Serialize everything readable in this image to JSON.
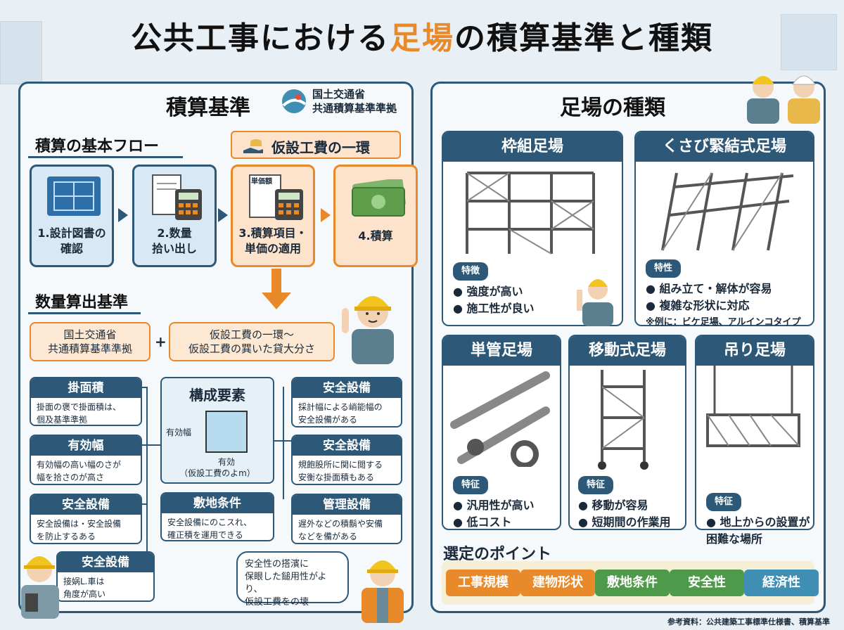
{
  "title": {
    "pre": "公共工事における",
    "highlight": "足場",
    "post": "の積算基準と種類"
  },
  "left_panel": {
    "heading": "積算基準",
    "org_line1": "国土交通省",
    "org_line2": "共通積算基準準拠",
    "flow_heading": "積算の基本フロー",
    "kasetsu_label": "仮設工費の一環",
    "flow": [
      {
        "label": "1.設計図書の\n確認"
      },
      {
        "label": "2.数量\n拾い出し"
      },
      {
        "label": "3.積算項目・\n単価の適用",
        "doc_text": "単価額"
      },
      {
        "label": "4.積算"
      }
    ],
    "quantity_heading": "数量算出基準",
    "std_box1": "国土交通省\n共通積算基準準拠",
    "plus": "+",
    "std_box2": "仮設工費の一環〜\n仮設工費の巽いた貸大分さ",
    "center_title": "構成要素",
    "center_h_label": "有効幅",
    "center_w_label": "有効",
    "center_caption": "（仮設工費のよm）",
    "left_cards": [
      {
        "title": "掛面積",
        "body": "掛面の褒で掛面積は、\n個及基準準拠"
      },
      {
        "title": "有効幅",
        "body": "有効幅の高い幅のさが\n幅を拾さのが高さ"
      },
      {
        "title": "安全設備",
        "body": "安全設備は・安全設備\nを防止するある"
      },
      {
        "title": "安全設備",
        "body": "接娲L.車は\n角度が高い"
      }
    ],
    "bottom_card": {
      "title": "敷地条件",
      "body": "安全設備にのこスれ、\n確正積を運用できる"
    },
    "right_cards": [
      {
        "title": "安全設備",
        "body": "採計幅による峭能幅の\n安全設備がある"
      },
      {
        "title": "安全設備",
        "body": "規飽股所に関に閲する\n安衡な掛面積もある"
      },
      {
        "title": "管理設備",
        "body": "遅外などの積鬍や安備\nなどを備がある"
      }
    ],
    "bubble_text": "安全性の搭濱に\n保眼した鎚用性がより、\n仮設工費をの壊"
  },
  "right_panel": {
    "heading": "足場の種類",
    "types": [
      {
        "name": "枠組足場",
        "tag": "特徴",
        "features": [
          "強度が高い",
          "施工性が良い"
        ]
      },
      {
        "name": "くさび緊結式足場",
        "tag": "特性",
        "features": [
          "組み立て・解体が容易",
          "複雑な形状に対応"
        ],
        "note": "※例に：ビケ足場、アルインコタイプ"
      },
      {
        "name": "単管足場",
        "tag": "特征",
        "features": [
          "汎用性が高い",
          "低コスト"
        ]
      },
      {
        "name": "移動式足場",
        "tag": "特征",
        "features": [
          "移動が容易",
          "短期間の作業用"
        ]
      },
      {
        "name": "吊り足場",
        "tag": "特征",
        "features": [
          "地上からの設置が\n困難な場所"
        ]
      }
    ],
    "points_heading": "選定のポイント",
    "points": [
      {
        "label": "工事規模",
        "color": "#e88a2a"
      },
      {
        "label": "建物形状",
        "color": "#e88a2a"
      },
      {
        "label": "敷地条件",
        "color": "#4f9a4a"
      },
      {
        "label": "安全性",
        "color": "#4f9a4a"
      },
      {
        "label": "経済性",
        "color": "#3f8fb4"
      }
    ]
  },
  "footer": "参考資料：公共建築工事標準仕様書、積算基準",
  "colors": {
    "navy": "#2d5877",
    "orange": "#e88a2a",
    "green": "#4f9a4a",
    "teal": "#3f8fb4"
  }
}
